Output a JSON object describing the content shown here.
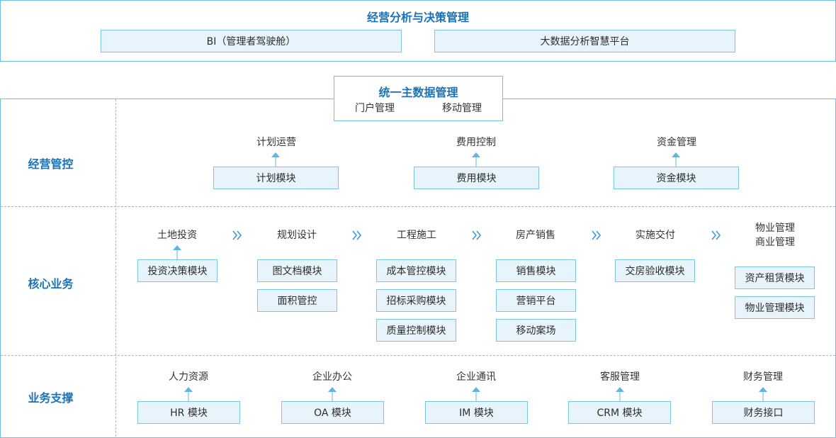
{
  "top": {
    "title": "经营分析与决策管理",
    "boxes": [
      "BI（管理者驾驶舱）",
      "大数据分析智慧平台"
    ]
  },
  "unified": {
    "title": "统一主数据管理",
    "items": [
      "门户管理",
      "移动管理"
    ]
  },
  "rows": {
    "operation": {
      "label": "经营管控",
      "columns": [
        {
          "heading": "计划运营",
          "box": "计划模块"
        },
        {
          "heading": "费用控制",
          "box": "费用模块"
        },
        {
          "heading": "资金管理",
          "box": "资金模块"
        }
      ]
    },
    "core": {
      "label": "核心业务",
      "stages": [
        {
          "heading": "土地投资",
          "boxes": [
            "投资决策模块"
          ]
        },
        {
          "heading": "规划设计",
          "boxes": [
            "图文档模块",
            "面积管控"
          ]
        },
        {
          "heading": "工程施工",
          "boxes": [
            "成本管控模块",
            "招标采购模块",
            "质量控制模块"
          ]
        },
        {
          "heading": "房产销售",
          "boxes": [
            "销售模块",
            "营销平台",
            "移动案场"
          ]
        },
        {
          "heading": "实施交付",
          "boxes": [
            "交房验收模块"
          ]
        },
        {
          "heading_lines": [
            "物业管理",
            "商业管理"
          ],
          "boxes": [
            "资产租赁模块",
            "物业管理模块"
          ]
        }
      ]
    },
    "support": {
      "label": "业务支撑",
      "columns": [
        {
          "heading": "人力资源",
          "box": "HR 模块"
        },
        {
          "heading": "企业办公",
          "box": "OA 模块"
        },
        {
          "heading": "企业通讯",
          "box": "IM 模块"
        },
        {
          "heading": "客服管理",
          "box": "CRM 模块"
        },
        {
          "heading": "财务管理",
          "box": "财务接口"
        }
      ]
    }
  },
  "colors": {
    "accent": "#1a73b8",
    "border": "#6cbfe7",
    "box_fill": "#e8f4fc",
    "arrow": "#5fb6e6"
  }
}
